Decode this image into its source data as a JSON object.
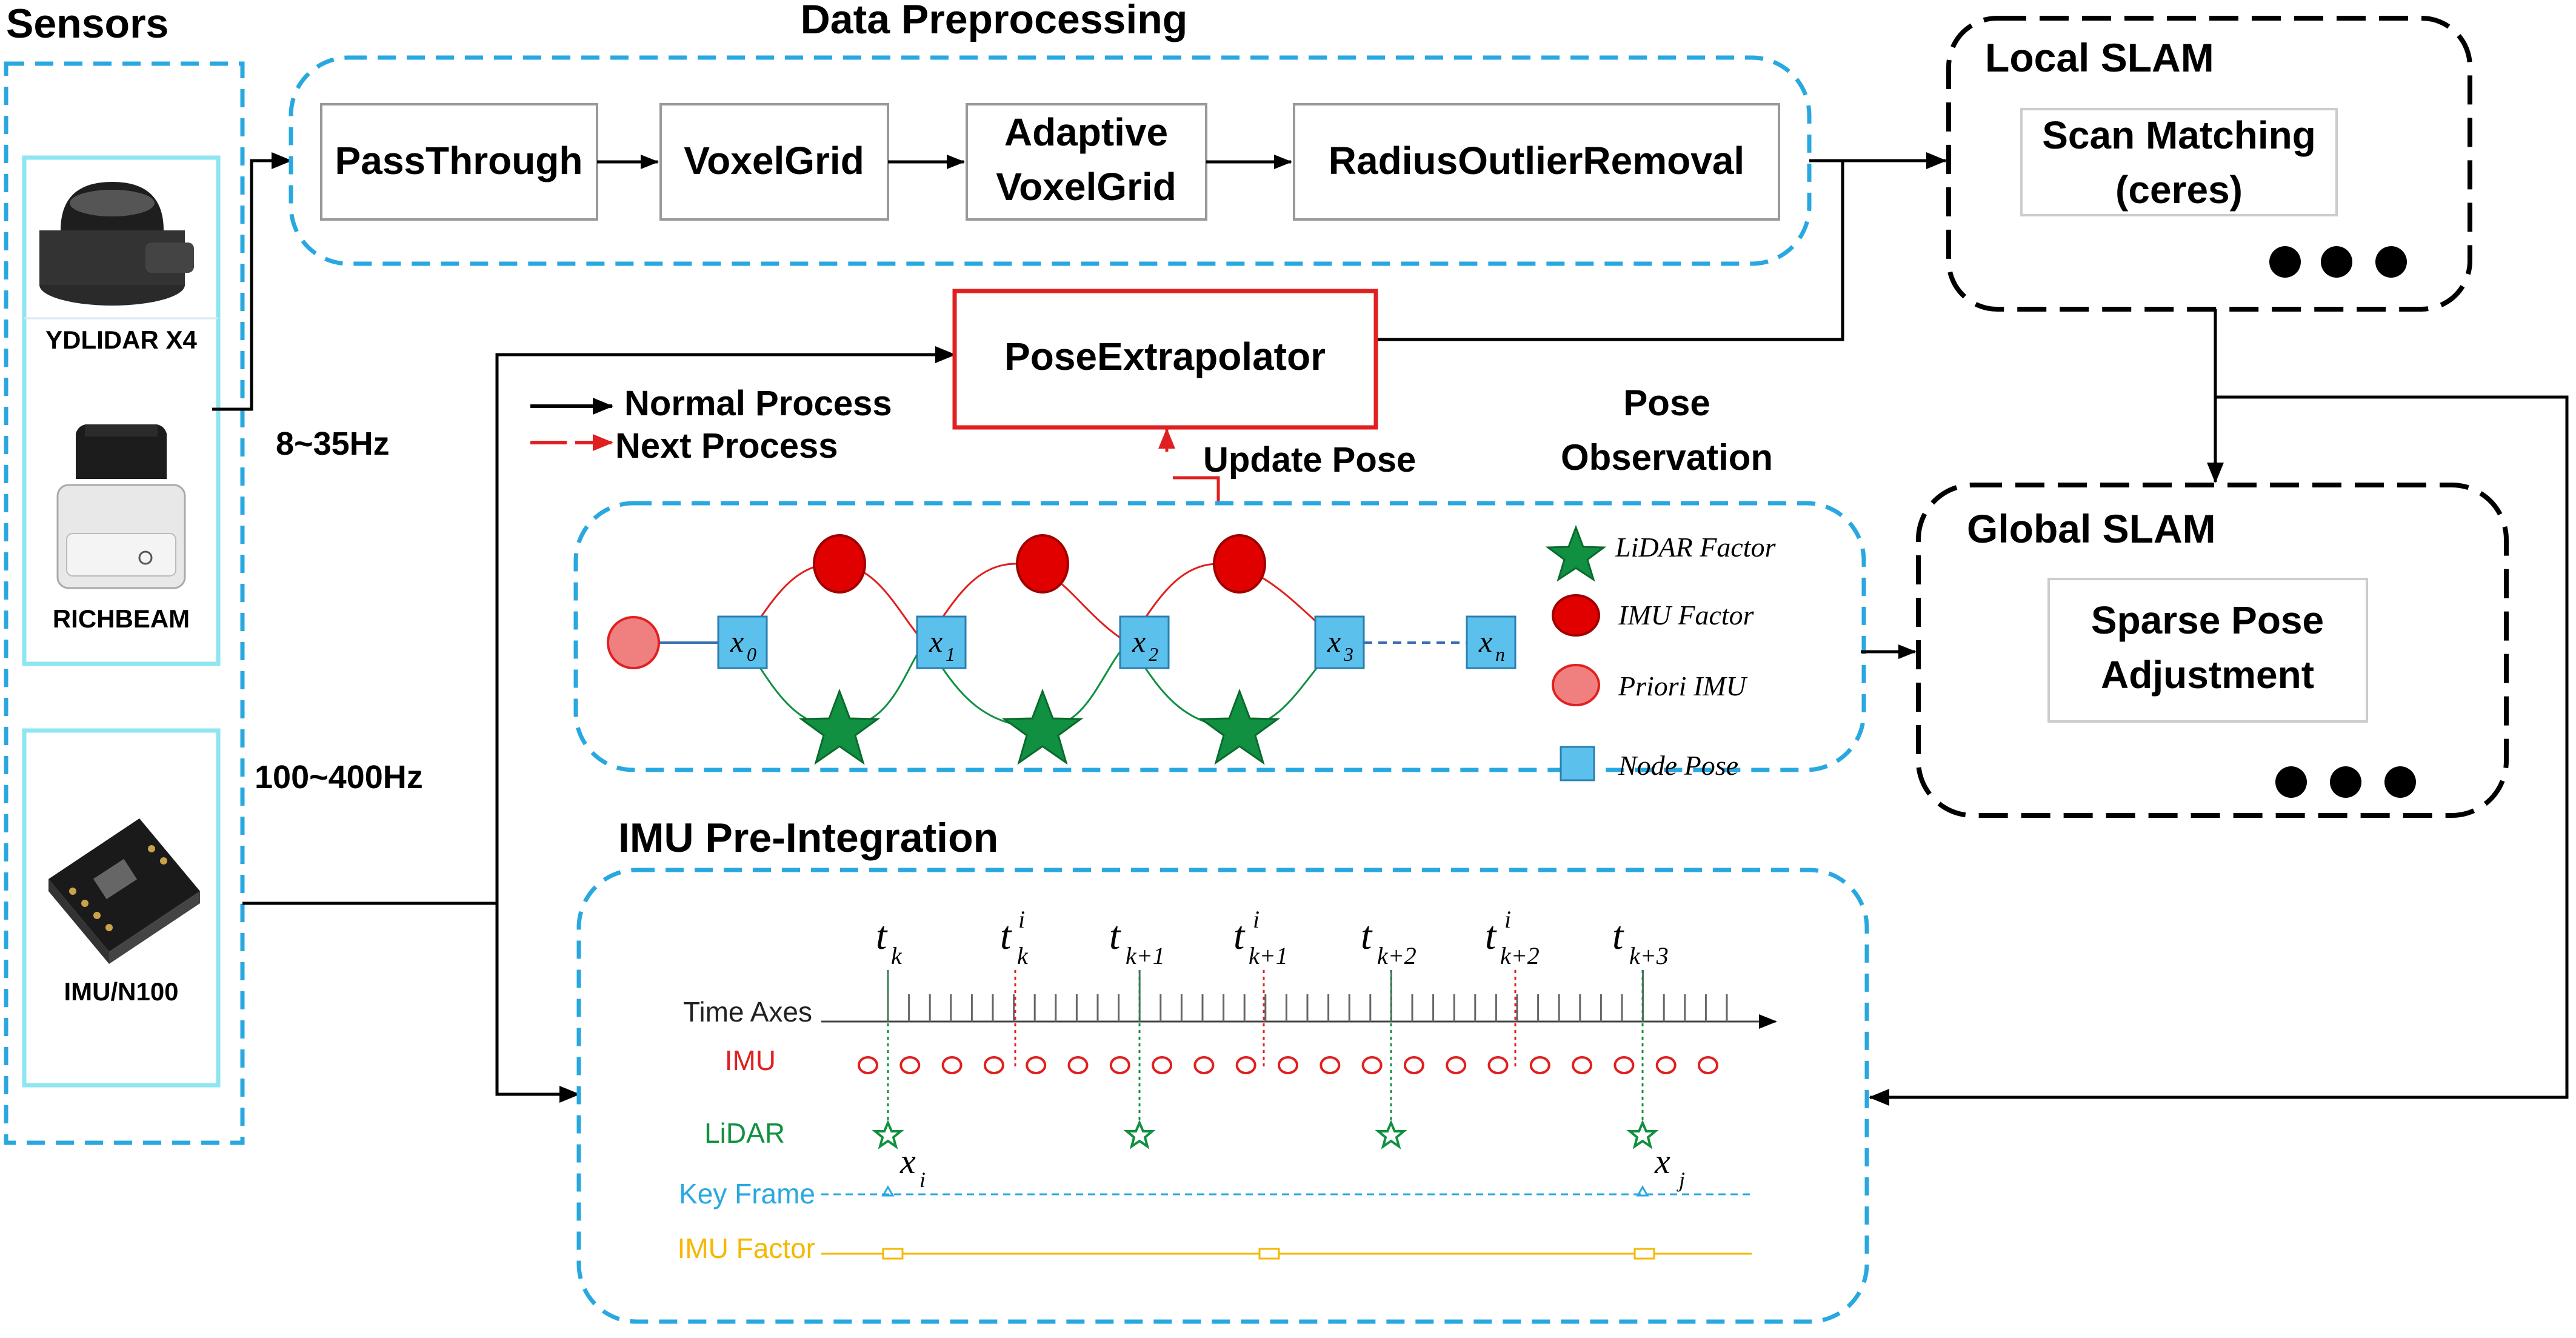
{
  "sensors": {
    "title": "Sensors",
    "items": [
      {
        "name": "YDLIDAR X4",
        "icon": "lidar-device-icon"
      },
      {
        "name": "RICHBEAM",
        "icon": "lidar-scanner-icon"
      },
      {
        "name": "IMU/N100",
        "icon": "imu-board-icon"
      }
    ],
    "rate_lidar": "8~35Hz",
    "rate_imu": "100~400Hz"
  },
  "preprocessing": {
    "title": "Data Preprocessing",
    "steps": [
      "PassThrough",
      "VoxelGrid",
      "Adaptive",
      "VoxelGrid",
      "RadiusOutlierRemoval"
    ]
  },
  "local_slam": {
    "title": "Local SLAM",
    "box_line1": "Scan Matching",
    "box_line2": "(ceres)"
  },
  "global_slam": {
    "title": "Global SLAM",
    "box_line1": "Sparse Pose",
    "box_line2": "Adjustment"
  },
  "pose_extrapolator": "PoseExtrapolator",
  "update_pose": "Update Pose",
  "legend_process": {
    "normal": "Normal Process",
    "next": "Next Process"
  },
  "pose_observation": {
    "title_line1": "Pose",
    "title_line2": "Observation",
    "nodes": [
      "x",
      "x",
      "x",
      "x",
      "x"
    ],
    "node_subs": [
      "0",
      "1",
      "2",
      "3",
      "n"
    ],
    "legend": [
      "LiDAR Factor",
      "IMU Factor",
      "Priori IMU",
      "Node Pose"
    ]
  },
  "imu_preintegration": {
    "title": "IMU Pre-Integration",
    "row_labels": [
      "Time Axes",
      "IMU",
      "LiDAR",
      "Key Frame",
      "IMU Factor"
    ],
    "time_labels": [
      {
        "t": "t",
        "sup": "",
        "sub": "k"
      },
      {
        "t": "t",
        "sup": "i",
        "sub": "k"
      },
      {
        "t": "t",
        "sup": "",
        "sub": "k+1"
      },
      {
        "t": "t",
        "sup": "i",
        "sub": "k+1"
      },
      {
        "t": "t",
        "sup": "",
        "sub": "k+2"
      },
      {
        "t": "t",
        "sup": "i",
        "sub": "k+2"
      },
      {
        "t": "t",
        "sup": "",
        "sub": "k+3"
      }
    ],
    "keyframe_labels": [
      {
        "x": "x",
        "sub": "i"
      },
      {
        "x": "x",
        "sub": "j"
      }
    ]
  },
  "colors": {
    "dashed_blue": "#29a8e0",
    "sensor_cyan": "#8ee6f0",
    "red": "#e02020",
    "green": "#109040",
    "node_blue": "#5bc0eb",
    "orange": "#f5b800",
    "keyframe_blue": "#29a8e0"
  }
}
